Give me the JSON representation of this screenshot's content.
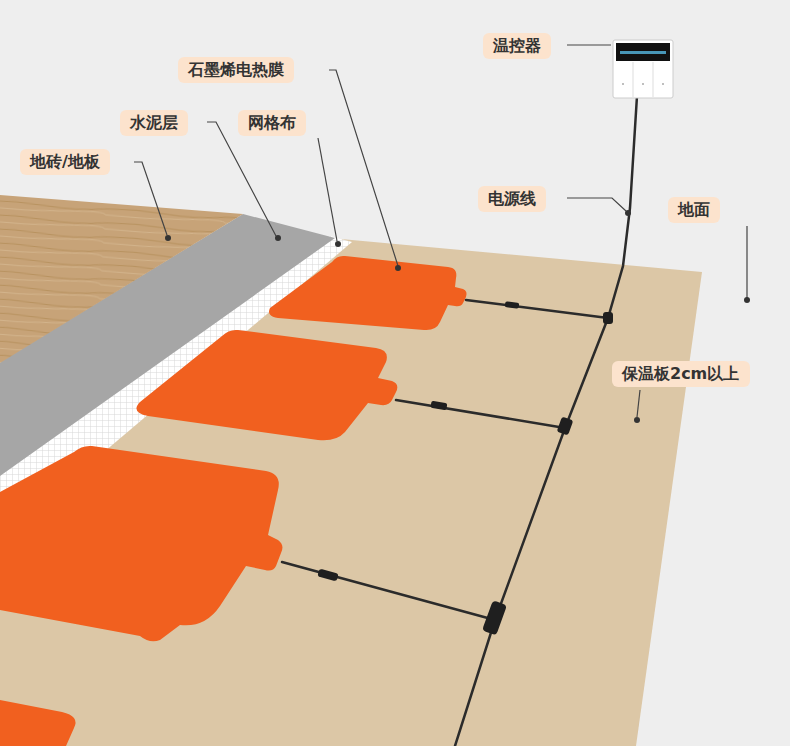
{
  "diagram": {
    "nodes": [
      {
        "text": [
          "温控器"
        ]
      },
      {
        "text": [
          "石墨烯电热膜"
        ]
      },
      {
        "text": [
          "水泥层"
        ]
      },
      {
        "text": [
          "网格布"
        ]
      },
      {
        "text": [
          "地砖/地板"
        ]
      },
      {
        "text": [
          "电源线"
        ]
      },
      {
        "text": [
          "地面"
        ]
      },
      {
        "text": [
          "保温板2cm以上"
        ]
      }
    ]
  }
}
